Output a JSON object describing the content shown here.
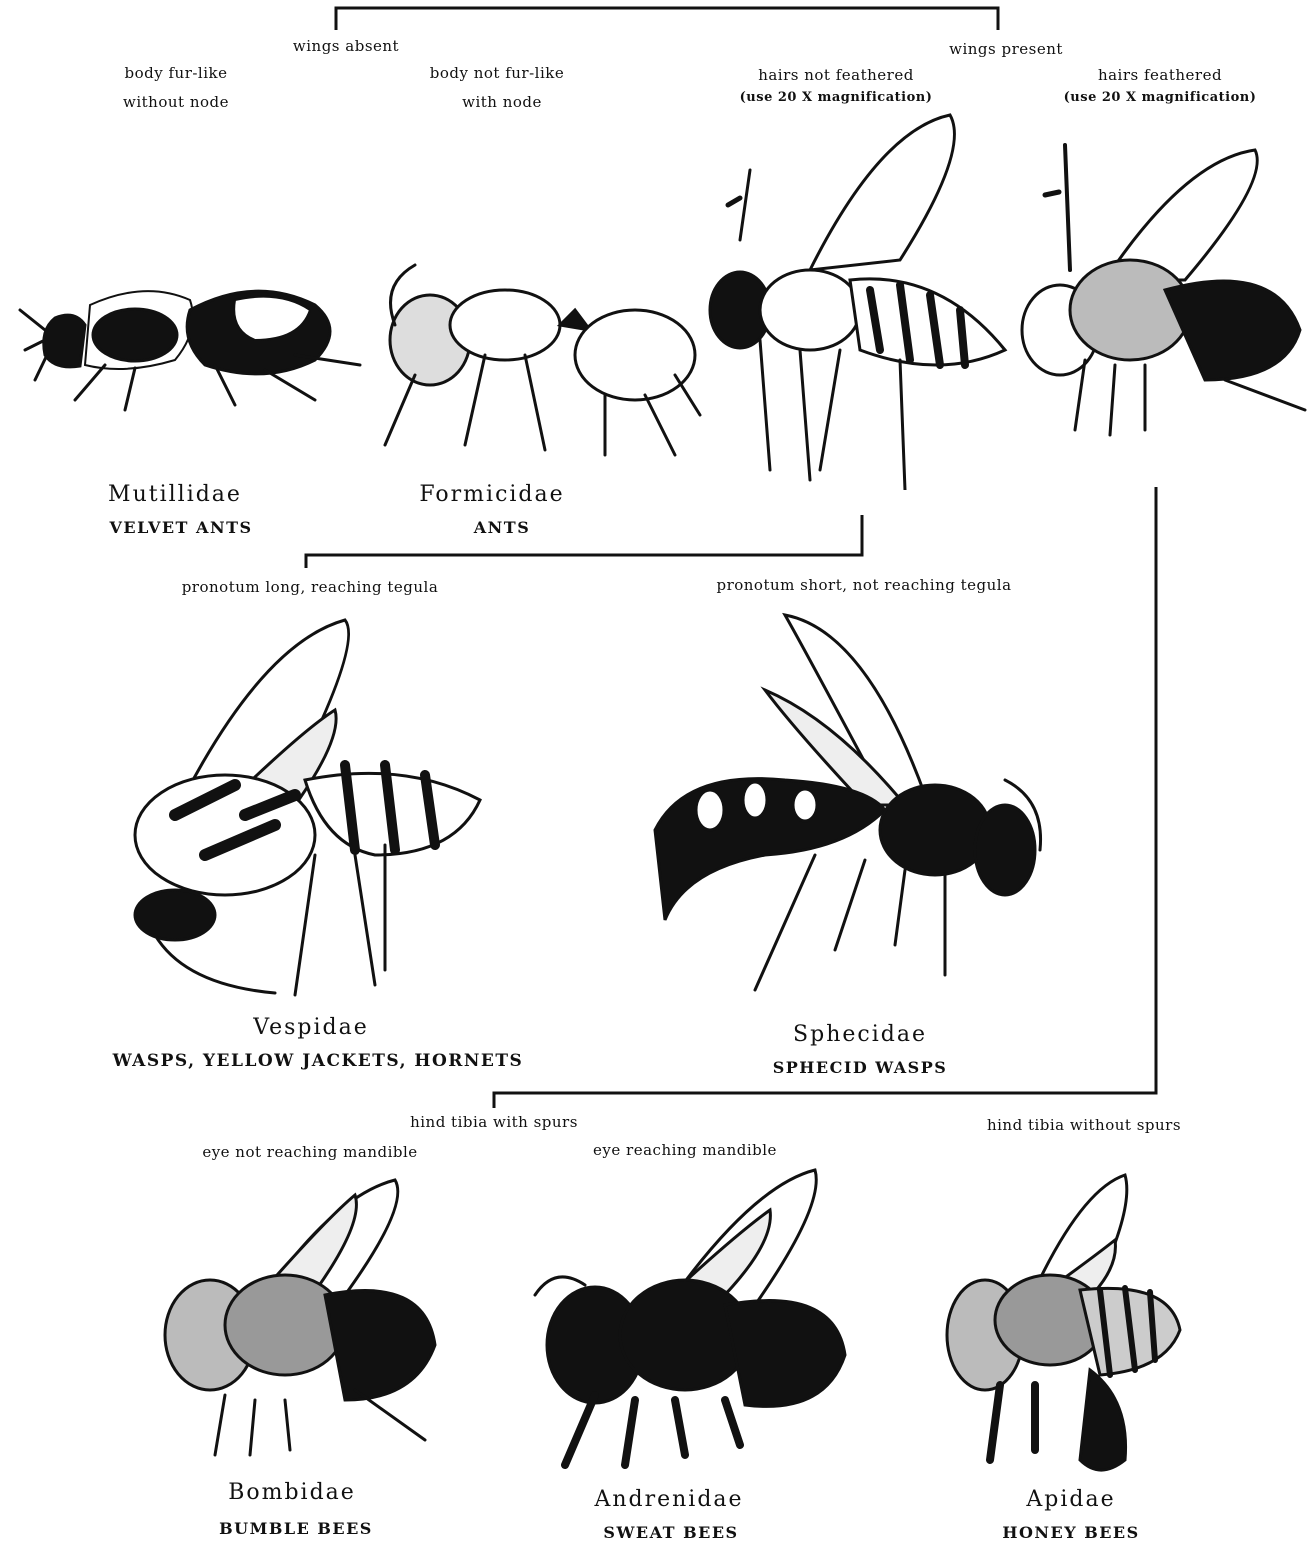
{
  "couplets": {
    "wings_absent": "wings absent",
    "wings_present": "wings present",
    "body_fur_like": "body fur-like",
    "without_node": "without node",
    "body_not_fur_like": "body not fur-like",
    "with_node": "with node",
    "hairs_not_feathered": "hairs not feathered",
    "magnification_1": "(use 20 X magnification)",
    "hairs_feathered": "hairs feathered",
    "magnification_2": "(use 20 X magnification)",
    "pronotum_long": "pronotum long, reaching tegula",
    "pronotum_short": "pronotum short, not reaching tegula",
    "tibia_with_spurs": "hind tibia with spurs",
    "tibia_without_spurs": "hind tibia without spurs",
    "eye_not_reaching": "eye not reaching  mandible",
    "eye_reaching": "eye reaching mandible"
  },
  "taxa": [
    {
      "family": "Mutillidae",
      "common": "VELVET ANTS"
    },
    {
      "family": "Formicidae",
      "common": "ANTS"
    },
    {
      "family": "Vespidae",
      "common": "WASPS, YELLOW JACKETS, HORNETS"
    },
    {
      "family": "Sphecidae",
      "common": "SPHECID WASPS"
    },
    {
      "family": "Bombidae",
      "common": "BUMBLE BEES"
    },
    {
      "family": "Andrenidae",
      "common": "SWEAT BEES"
    },
    {
      "family": "Apidae",
      "common": "HONEY BEES"
    }
  ],
  "illustrations": [
    "velvet-ant",
    "ant",
    "wasp-hairs-not-feathered",
    "bee-hairs-feathered",
    "vespid-wasp",
    "sphecid-wasp",
    "bumble-bee",
    "sweat-bee",
    "honey-bee"
  ],
  "colors": {
    "ink": "#111111",
    "paper": "#ffffff"
  }
}
